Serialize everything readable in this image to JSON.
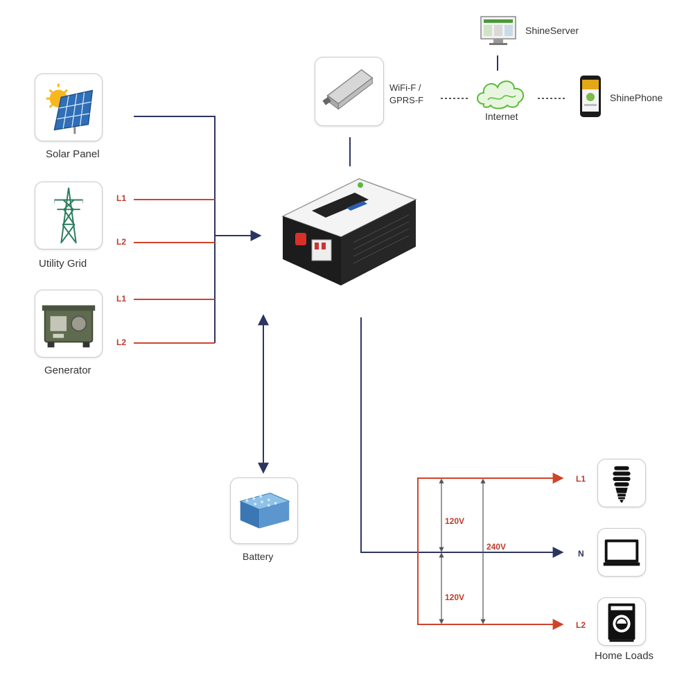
{
  "sources": {
    "solar": {
      "label": "Solar Panel",
      "icon": "solar-panel-icon"
    },
    "grid": {
      "label": "Utility Grid",
      "icon": "transmission-tower-icon",
      "lines": [
        "L1",
        "L2"
      ]
    },
    "generator": {
      "label": "Generator",
      "icon": "generator-icon",
      "lines": [
        "L1",
        "L2"
      ]
    }
  },
  "monitoring": {
    "datalogger": {
      "label_line1": "WiFi-F /",
      "label_line2": "GPRS-F",
      "icon": "wifi-module-icon"
    },
    "internet": {
      "label": "Internet",
      "icon": "cloud-icon"
    },
    "server": {
      "label": "ShineServer",
      "icon": "monitor-icon"
    },
    "phone": {
      "label": "ShinePhone",
      "icon": "smartphone-icon"
    }
  },
  "inverter": {
    "icon": "inverter-icon"
  },
  "battery": {
    "label": "Battery",
    "icon": "battery-icon"
  },
  "loads": {
    "label": "Home Loads",
    "lines": {
      "l1": "L1",
      "n": "N",
      "l2": "L2"
    },
    "voltages": {
      "upper": "120V",
      "lower": "120V",
      "total": "240V"
    },
    "icons": [
      "light-bulb-icon",
      "television-icon",
      "washing-machine-icon"
    ]
  },
  "colors": {
    "dc_line": "#2c3560",
    "ac_line": "#d0432b",
    "card_border": "#c9c9c9"
  }
}
